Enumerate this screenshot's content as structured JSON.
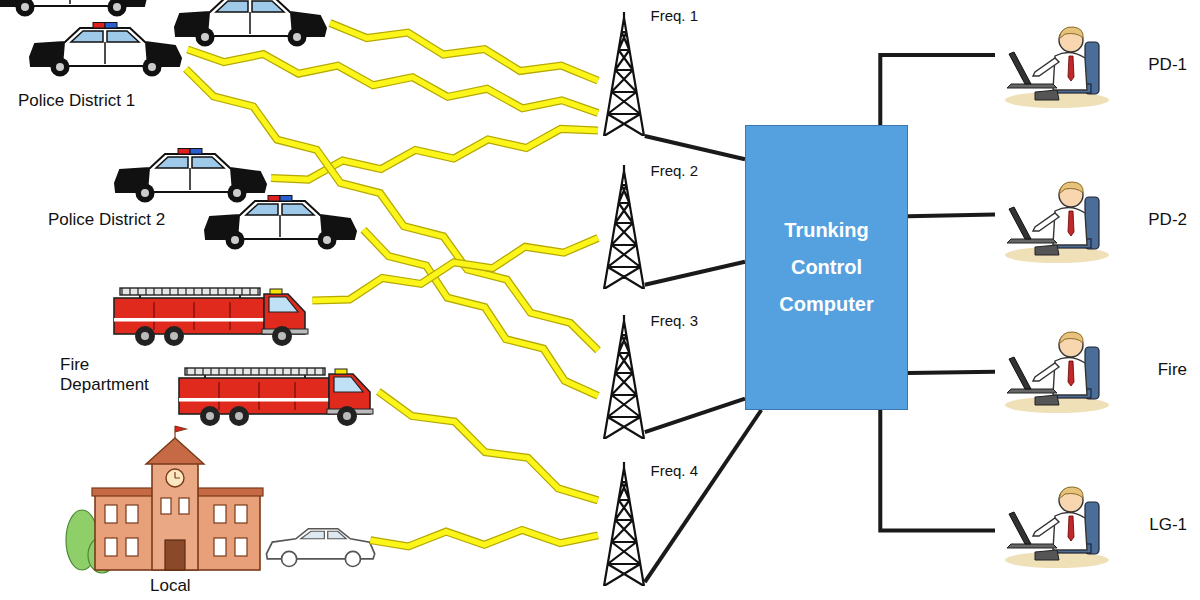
{
  "diagram": {
    "nodes": [
      {
        "text": [
          "Police District 1"
        ]
      },
      {
        "text": [
          "Police District 2"
        ]
      },
      {
        "text": [
          "Fire Department"
        ]
      },
      {
        "text": [
          "Local"
        ]
      },
      {
        "text": [
          "Freq. 1"
        ]
      },
      {
        "text": [
          "Freq. 2"
        ]
      },
      {
        "text": [
          "Freq. 3"
        ]
      },
      {
        "text": [
          "Freq. 4"
        ]
      },
      {
        "text": [
          "Trunking Control Computer"
        ]
      },
      {
        "text": [
          "PD-1"
        ]
      },
      {
        "text": [
          "PD-2"
        ]
      },
      {
        "text": [
          "Fire"
        ]
      },
      {
        "text": [
          "LG-1"
        ]
      }
    ],
    "edges": [
      {
        "from": 0,
        "to": 4,
        "arrow": "none"
      },
      {
        "from": 0,
        "to": 4,
        "arrow": "none"
      },
      {
        "from": 1,
        "to": 4,
        "arrow": "none"
      },
      {
        "from": 0,
        "to": 6,
        "arrow": "none"
      },
      {
        "from": 1,
        "to": 6,
        "arrow": "none"
      },
      {
        "from": 2,
        "to": 5,
        "arrow": "none"
      },
      {
        "from": 2,
        "to": 7,
        "arrow": "none"
      },
      {
        "from": 3,
        "to": 7,
        "arrow": "none"
      },
      {
        "from": 4,
        "to": 8,
        "arrow": "none"
      },
      {
        "from": 5,
        "to": 8,
        "arrow": "none"
      },
      {
        "from": 6,
        "to": 8,
        "arrow": "none"
      },
      {
        "from": 7,
        "to": 8,
        "arrow": "none"
      },
      {
        "from": 8,
        "to": 9,
        "arrow": "none"
      },
      {
        "from": 8,
        "to": 10,
        "arrow": "none"
      },
      {
        "from": 8,
        "to": 11,
        "arrow": "none"
      },
      {
        "from": 8,
        "to": 12,
        "arrow": "none"
      }
    ]
  }
}
